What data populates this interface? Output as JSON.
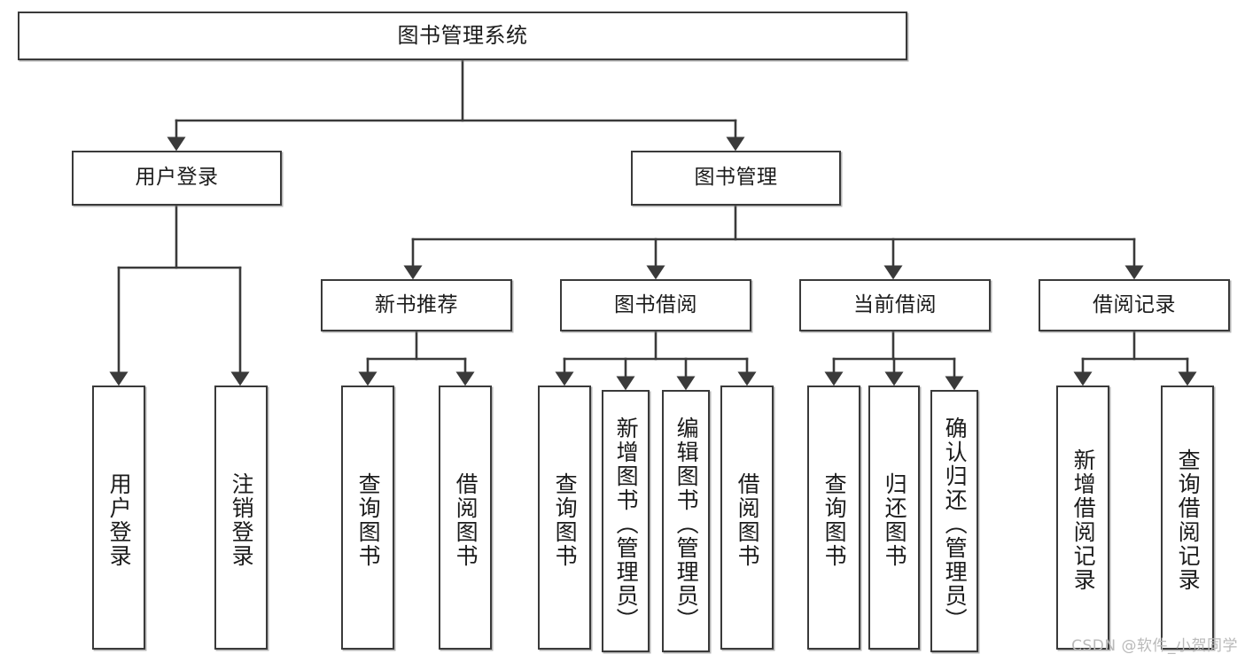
{
  "diagram": {
    "title": "图书管理系统",
    "type": "tree-hierarchy",
    "watermark": "CSDN @软件_小贺同学",
    "colors": {
      "node_border": "#3a3a3a",
      "node_fill": "#ffffff",
      "edge": "#3a3a3a",
      "text": "#1b1b1b",
      "watermark": "#b9b9b9",
      "background": "#ffffff"
    }
  },
  "nodes": {
    "root": {
      "label": "图书管理系统"
    },
    "level2": [
      {
        "id": "user-login",
        "label": "用户登录"
      },
      {
        "id": "book-manage",
        "label": "图书管理"
      }
    ],
    "level3": [
      {
        "id": "new-book-recommend",
        "label": "新书推荐"
      },
      {
        "id": "book-borrow",
        "label": "图书借阅"
      },
      {
        "id": "current-borrow",
        "label": "当前借阅"
      },
      {
        "id": "borrow-record",
        "label": "借阅记录"
      }
    ],
    "leaves": {
      "user_login": [
        {
          "id": "leaf-user-login",
          "label": "用户登录"
        },
        {
          "id": "leaf-logout-login",
          "label": "注销登录"
        }
      ],
      "new_book_recommend": [
        {
          "id": "leaf-query-book-1",
          "label": "查询图书"
        },
        {
          "id": "leaf-borrow-book-1",
          "label": "借阅图书"
        }
      ],
      "book_borrow": [
        {
          "id": "leaf-query-book-2",
          "label": "查询图书"
        },
        {
          "id": "leaf-add-book",
          "label": "新增图书（管理员）"
        },
        {
          "id": "leaf-edit-book",
          "label": "编辑图书（管理员）"
        },
        {
          "id": "leaf-borrow-book-2",
          "label": "借阅图书"
        }
      ],
      "current_borrow": [
        {
          "id": "leaf-query-book-3",
          "label": "查询图书"
        },
        {
          "id": "leaf-return-book",
          "label": "归还图书"
        },
        {
          "id": "leaf-confirm-return",
          "label": "确认归还（管理员）"
        }
      ],
      "borrow_record": [
        {
          "id": "leaf-add-record",
          "label": "新增借阅记录"
        },
        {
          "id": "leaf-query-record",
          "label": "查询借阅记录"
        }
      ]
    }
  }
}
